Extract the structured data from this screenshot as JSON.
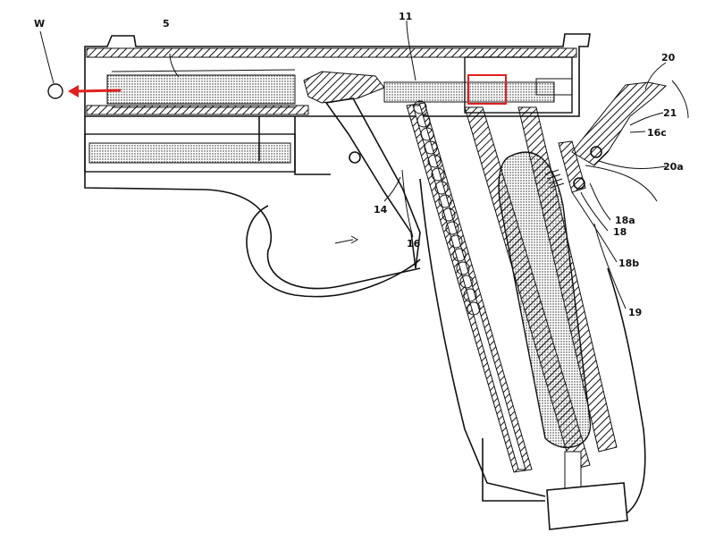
{
  "figure": {
    "labels": {
      "w": "W",
      "l5": "5",
      "l11": "11",
      "l20": "20",
      "l21": "21",
      "l16c": "16c",
      "l20a": "20a",
      "l18a": "18a",
      "l18": "18",
      "l18b": "18b",
      "l19": "19",
      "l14": "14",
      "l16": "16"
    },
    "colors": {
      "line": "#111111",
      "highlight": "#e02020",
      "background": "#ffffff"
    }
  }
}
